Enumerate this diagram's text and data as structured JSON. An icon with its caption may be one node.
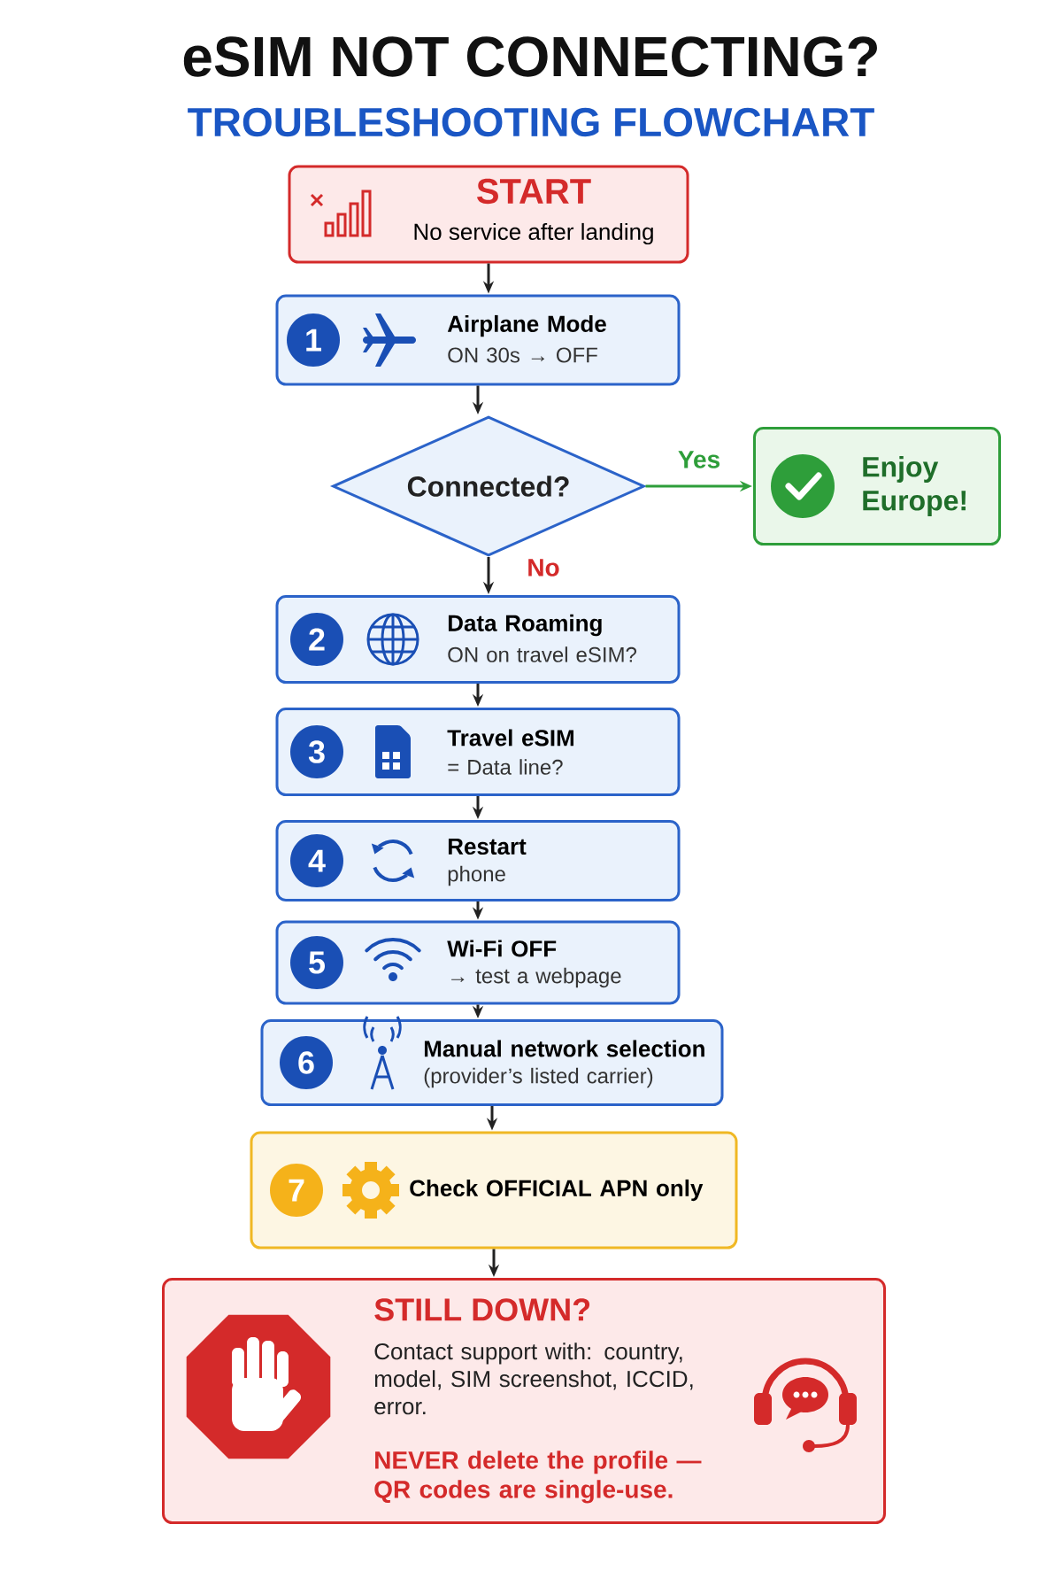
{
  "diagram": {
    "title": "eSIM NOT CONNECTING?",
    "caption": "TROUBLESHOOTING FLOWCHART",
    "nodes": [
      {
        "text": [
          "START",
          "No service after landing"
        ]
      },
      {
        "text": [
          "1",
          "Airplane Mode",
          "ON 30s → OFF"
        ]
      },
      {
        "text": [
          "Connected?"
        ]
      },
      {
        "text": [
          "Enjoy Europe!"
        ]
      },
      {
        "text": [
          "2",
          "Data Roaming",
          "ON on travel eSIM?"
        ]
      },
      {
        "text": [
          "3",
          "Travel eSIM",
          "= Data line?"
        ]
      },
      {
        "text": [
          "4",
          "Restart",
          "phone"
        ]
      },
      {
        "text": [
          "5",
          "Wi-Fi OFF",
          "→ test a webpage"
        ]
      },
      {
        "text": [
          "6",
          "Manual network selection",
          "(provider’s listed carrier)"
        ]
      },
      {
        "text": [
          "7",
          "Check OFFICIAL APN only"
        ]
      },
      {
        "text": [
          "STILL DOWN?",
          "Contact support with: country, model, SIM screenshot, ICCID, error.",
          "NEVER delete the profile — QR codes are single-use."
        ]
      }
    ],
    "edges": [
      {
        "from": 0,
        "to": 1,
        "arrow": "to"
      },
      {
        "from": 1,
        "to": 2,
        "arrow": "to"
      },
      {
        "from": 2,
        "to": 3,
        "arrow": "to",
        "label": "Yes",
        "color": "#2e9e3a"
      },
      {
        "from": 2,
        "to": 4,
        "arrow": "to",
        "label": "No"
      },
      {
        "from": 4,
        "to": 5,
        "arrow": "to"
      },
      {
        "from": 5,
        "to": 6,
        "arrow": "to"
      },
      {
        "from": 6,
        "to": 7,
        "arrow": "to"
      },
      {
        "from": 7,
        "to": 8,
        "arrow": "to"
      },
      {
        "from": 8,
        "to": 9,
        "arrow": "to"
      },
      {
        "from": 9,
        "to": 10,
        "arrow": "to"
      }
    ]
  }
}
